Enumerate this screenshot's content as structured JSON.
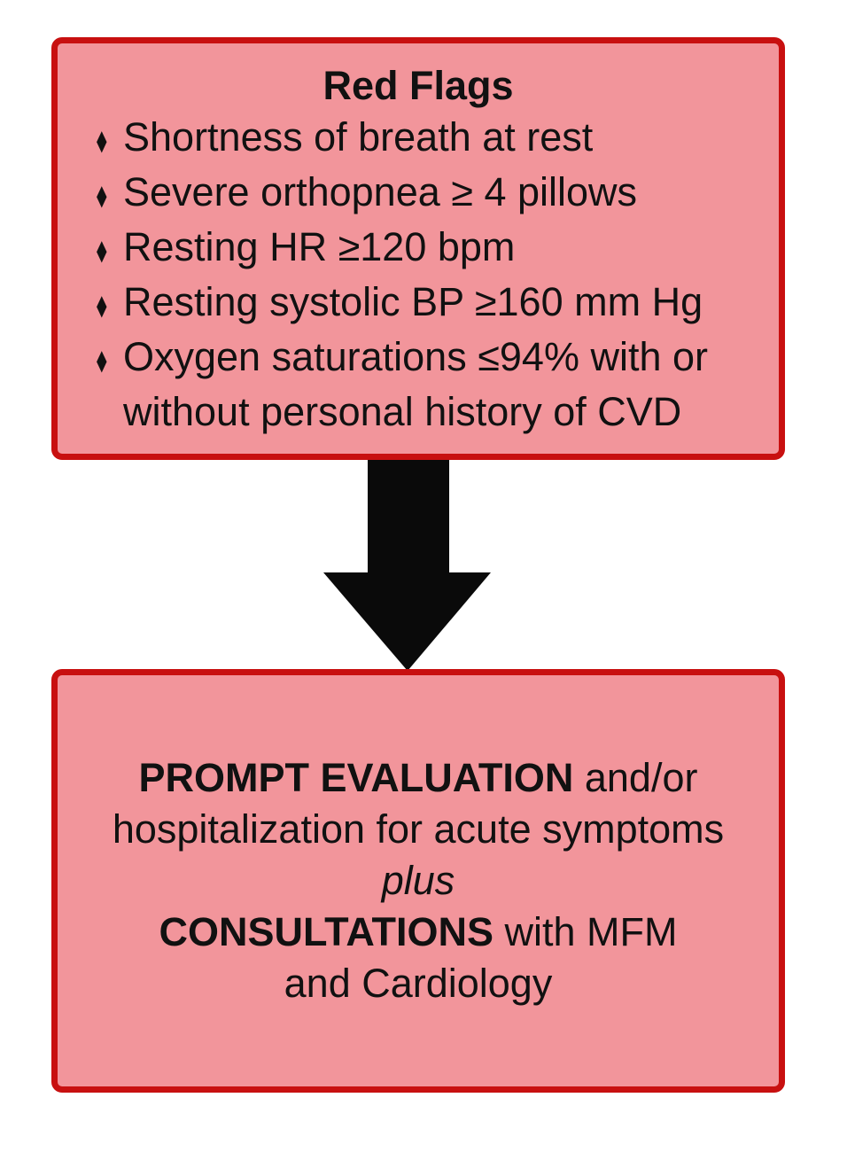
{
  "diagram": {
    "colors": {
      "box_fill": "#F2959B",
      "box_border": "#C81010",
      "arrow": "#0A0A0A",
      "text": "#111111"
    },
    "red_flags_box": {
      "title": "Red Flags",
      "bullet_glyph": "⧫",
      "items": [
        {
          "text": "Shortness of breath at rest"
        },
        {
          "text": "Severe orthopnea ≥ 4 pillows"
        },
        {
          "text": "Resting HR ≥120 bpm"
        },
        {
          "text": "Resting systolic BP ≥160 mm Hg"
        },
        {
          "text": "Oxygen saturations ≤94% with or without personal history of CVD"
        }
      ]
    },
    "action_box": {
      "line1_bold": "PROMPT EVALUATION",
      "line1_rest": " and/or",
      "line2": "hospitalization for acute symptoms",
      "line3_italic": "plus",
      "line4_bold": "CONSULTATIONS",
      "line4_rest": " with MFM",
      "line5": "and Cardiology"
    }
  }
}
